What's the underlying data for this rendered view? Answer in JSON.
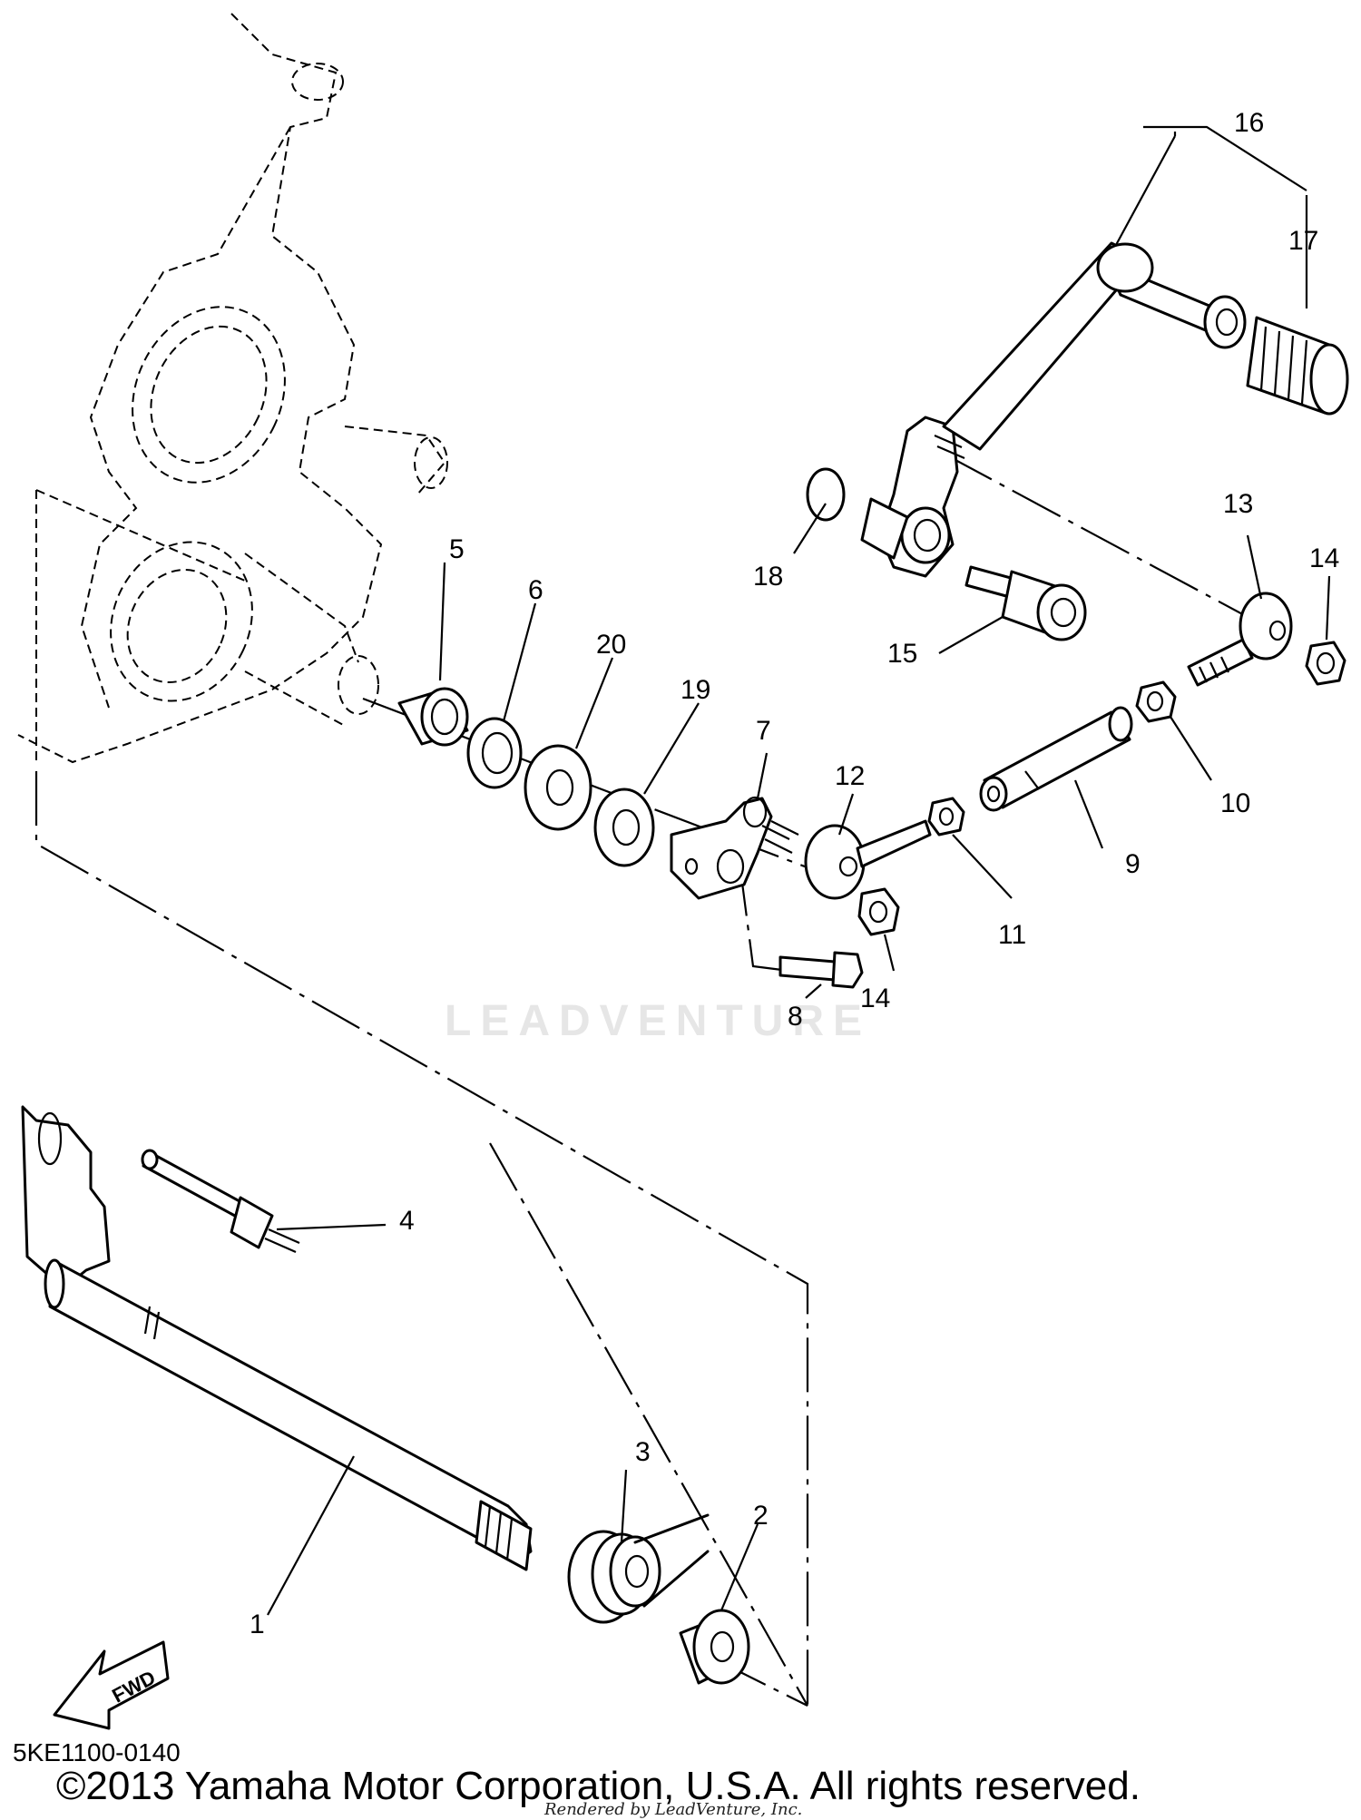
{
  "diagram": {
    "callouts": [
      {
        "id": "1",
        "label": "1"
      },
      {
        "id": "2",
        "label": "2"
      },
      {
        "id": "3",
        "label": "3"
      },
      {
        "id": "4",
        "label": "4"
      },
      {
        "id": "5",
        "label": "5"
      },
      {
        "id": "6",
        "label": "6"
      },
      {
        "id": "7",
        "label": "7"
      },
      {
        "id": "8",
        "label": "8"
      },
      {
        "id": "9",
        "label": "9"
      },
      {
        "id": "10",
        "label": "10"
      },
      {
        "id": "11",
        "label": "11"
      },
      {
        "id": "12",
        "label": "12"
      },
      {
        "id": "13",
        "label": "13"
      },
      {
        "id": "14a",
        "label": "14"
      },
      {
        "id": "14b",
        "label": "14"
      },
      {
        "id": "15",
        "label": "15"
      },
      {
        "id": "16",
        "label": "16"
      },
      {
        "id": "17",
        "label": "17"
      },
      {
        "id": "18",
        "label": "18"
      },
      {
        "id": "19",
        "label": "19"
      },
      {
        "id": "20",
        "label": "20"
      }
    ],
    "fwd_label": "FWD",
    "watermark": "LEADVENTURE",
    "diagram_code": "5KE1100-0140",
    "copyright": "©2013 Yamaha Motor Corporation, U.S.A. All rights reserved.",
    "rendered_by": "Rendered by LeadVenture, Inc."
  }
}
